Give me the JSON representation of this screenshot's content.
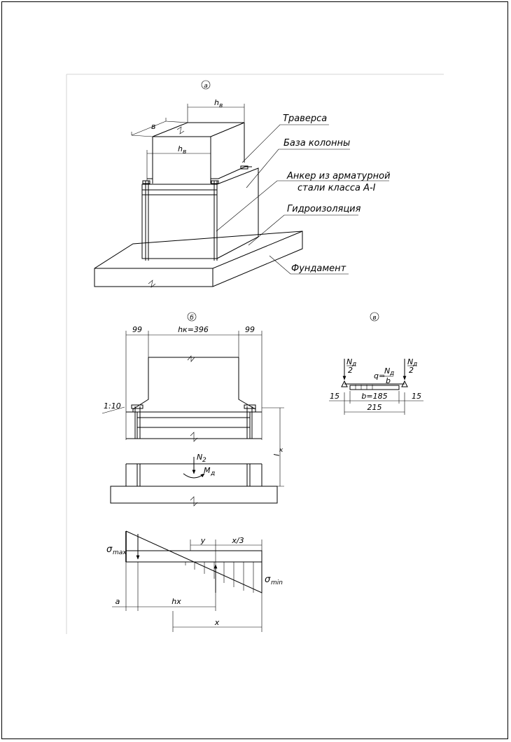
{
  "views": {
    "a": {
      "marker": "a",
      "dims": {
        "b": "в",
        "h1": "h",
        "h1_sub": "в",
        "h2": "h",
        "h2_sub": "в"
      },
      "callouts": [
        "Траверса",
        "База колонны",
        "Анкер из арматурной",
        "стали класса А-I",
        "Гидроизоляция",
        "Фундамент"
      ]
    },
    "b": {
      "marker": "б",
      "dims": {
        "left": "99",
        "hk": "hк=396",
        "right": "99",
        "lk": "l",
        "lk_sub": "к"
      },
      "slope": "1:10",
      "force": "N",
      "force_sub": "2",
      "moment": "M",
      "moment_sub": "д"
    },
    "c": {
      "marker": "в",
      "half_n": "N",
      "half_n_sub": "д",
      "half_n_den": "2",
      "q_label": "q=",
      "q_num": "N",
      "q_num_sub": "д",
      "q_den": "b",
      "dim_left": "15",
      "dim_mid": "b=185",
      "dim_right": "15",
      "dim_total": "215"
    },
    "stress": {
      "sigma_max": "σ",
      "sigma_max_sub": "max",
      "sigma_min": "σ",
      "sigma_min_sub": "min",
      "a": "a",
      "hx": "hx",
      "x": "x",
      "y": "y",
      "x3": "x/3"
    }
  }
}
